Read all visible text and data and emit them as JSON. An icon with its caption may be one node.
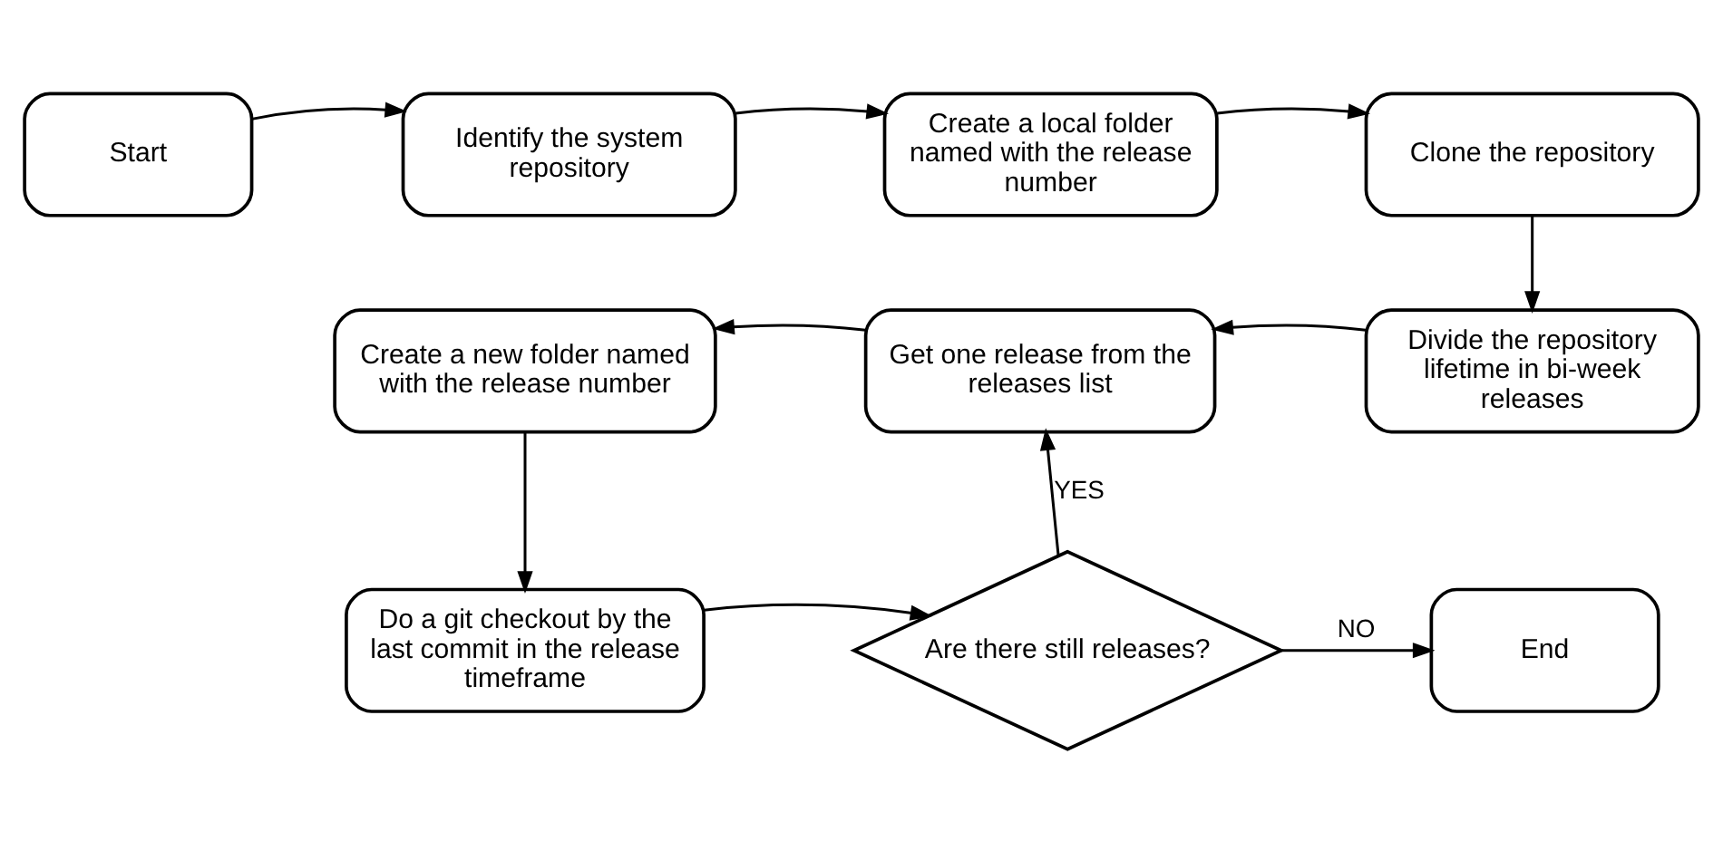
{
  "diagram": {
    "nodes": [
      {
        "text": [
          "Start"
        ]
      },
      {
        "text": [
          "Identify the system repository"
        ]
      },
      {
        "text": [
          "Create a local folder named with the release number"
        ]
      },
      {
        "text": [
          "Clone the repository"
        ]
      },
      {
        "text": [
          "Divide the repository lifetime in bi-week releases"
        ]
      },
      {
        "text": [
          "Get one release from the releases list"
        ]
      },
      {
        "text": [
          "Create a new folder named with the release number"
        ]
      },
      {
        "text": [
          "Do a git checkout by the last commit in the release timeframe"
        ]
      },
      {
        "text": [
          "Are there still releases?"
        ]
      },
      {
        "text": [
          "End"
        ]
      }
    ],
    "edges": [
      {
        "from": 0,
        "to": 1,
        "arrow": "to"
      },
      {
        "from": 1,
        "to": 2,
        "arrow": "to"
      },
      {
        "from": 2,
        "to": 3,
        "arrow": "to"
      },
      {
        "from": 3,
        "to": 4,
        "arrow": "to"
      },
      {
        "from": 4,
        "to": 5,
        "arrow": "to"
      },
      {
        "from": 5,
        "to": 6,
        "arrow": "to"
      },
      {
        "from": 6,
        "to": 7,
        "arrow": "to"
      },
      {
        "from": 7,
        "to": 8,
        "arrow": "to"
      },
      {
        "from": 8,
        "to": 5,
        "arrow": "to",
        "label": "YES"
      },
      {
        "from": 8,
        "to": 9,
        "arrow": "to",
        "label": "NO"
      }
    ]
  }
}
